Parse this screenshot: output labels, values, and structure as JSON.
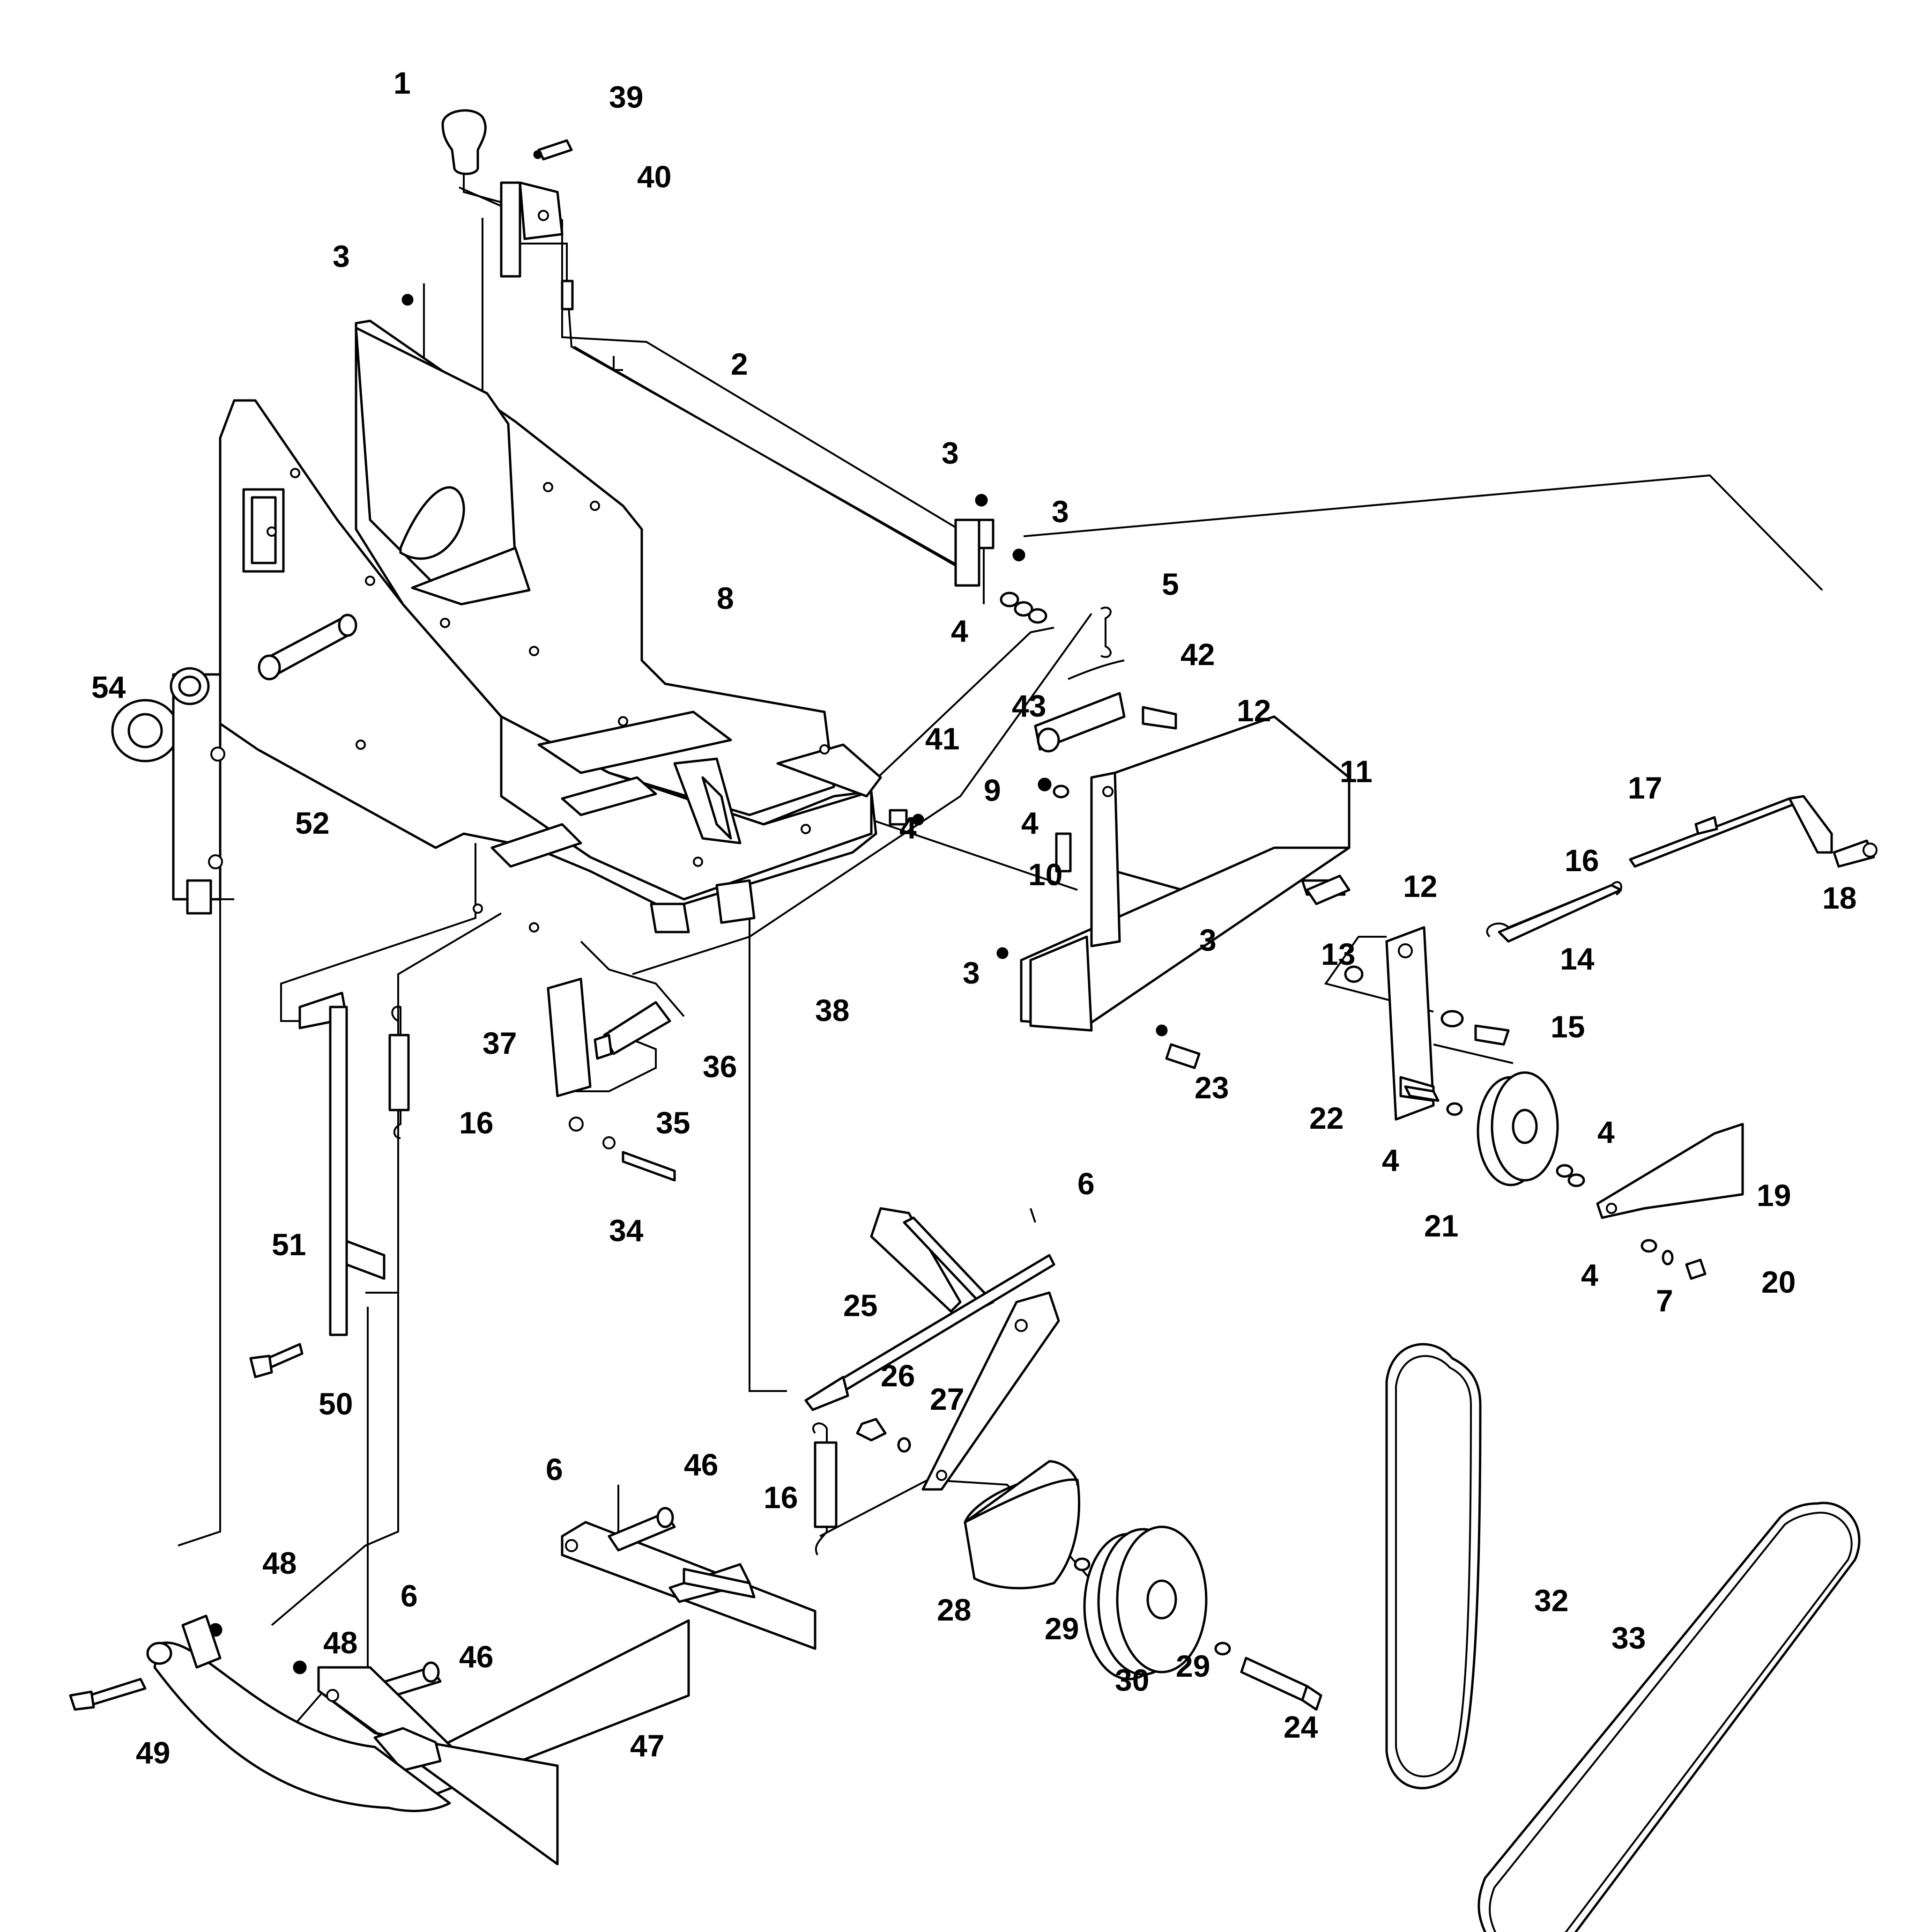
{
  "callouts": [
    "1",
    "39",
    "40",
    "3",
    "2",
    "3",
    "3",
    "4",
    "5",
    "42",
    "8",
    "43",
    "12",
    "41",
    "9",
    "4",
    "11",
    "4",
    "54",
    "52",
    "10",
    "12",
    "17",
    "18",
    "16",
    "3",
    "3",
    "38",
    "13",
    "14",
    "15",
    "37",
    "36",
    "23",
    "22",
    "16",
    "35",
    "34",
    "4",
    "4",
    "21",
    "19",
    "6",
    "4",
    "7",
    "20",
    "51",
    "25",
    "26",
    "27",
    "50",
    "16",
    "6",
    "46",
    "48",
    "28",
    "29",
    "32",
    "33",
    "6",
    "46",
    "48",
    "30",
    "29",
    "24",
    "49",
    "47"
  ],
  "colors": {
    "line": "#000000",
    "background": "#ffffff"
  }
}
